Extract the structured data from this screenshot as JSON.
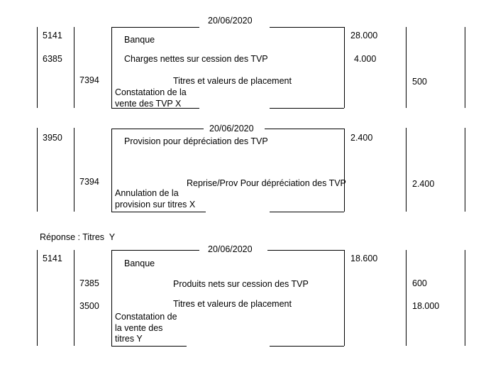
{
  "document": {
    "type": "accounting-journal-entries",
    "answer_note": "Réponse : Titres  Y"
  },
  "entries": [
    {
      "id": "entry-1",
      "date": "20/06/2020",
      "lines": [
        {
          "account": "5141",
          "account_col": "debit",
          "label": "Banque",
          "indent": "debit",
          "debit": "28.000",
          "credit": ""
        },
        {
          "account": "6385",
          "account_col": "debit",
          "label": "Charges nettes sur cession des TVP",
          "indent": "debit",
          "debit": "4.000",
          "credit": ""
        },
        {
          "account": "7394",
          "account_col": "credit",
          "label": "Titres et valeurs de placement",
          "indent": "credit",
          "debit": "",
          "credit": "500"
        }
      ],
      "narration": "Constatation de la\nvente des TVP X"
    },
    {
      "id": "entry-2",
      "date": "20/06/2020",
      "lines": [
        {
          "account": "3950",
          "account_col": "debit",
          "label": "Provision pour dépréciation des TVP",
          "indent": "debit",
          "debit": "2.400",
          "credit": ""
        },
        {
          "account": "7394",
          "account_col": "credit",
          "label": "Reprise/Prov Pour dépréciation des TVP",
          "indent": "credit",
          "debit": "",
          "credit": "2.400"
        }
      ],
      "narration": "Annulation de la\nprovision sur titres X"
    },
    {
      "id": "entry-3",
      "date": "20/06/2020",
      "lines": [
        {
          "account": "5141",
          "account_col": "debit",
          "label": "Banque",
          "indent": "debit",
          "debit": "18.600",
          "credit": ""
        },
        {
          "account": "7385",
          "account_col": "credit",
          "label": "Produits nets sur cession des TVP",
          "indent": "credit",
          "debit": "",
          "credit": "600"
        },
        {
          "account": "3500",
          "account_col": "credit",
          "label": "Titres et valeurs de placement",
          "indent": "credit",
          "debit": "",
          "credit": "18.000"
        }
      ],
      "narration": "Constatation de\nla vente des\ntitres Y"
    }
  ]
}
